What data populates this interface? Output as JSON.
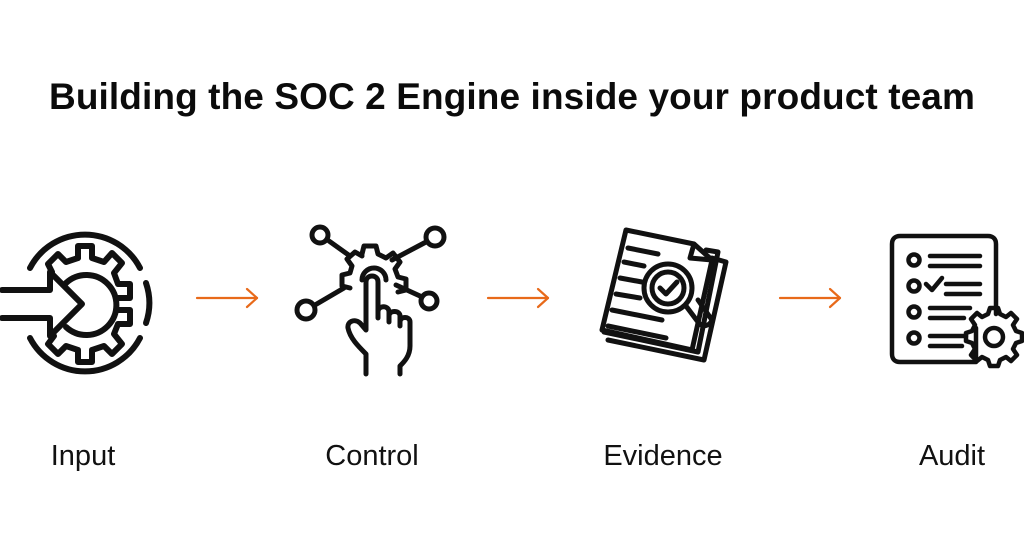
{
  "title": "Building the SOC 2 Engine inside your product team",
  "accent_color": "#e86a1a",
  "steps": [
    {
      "label": "Input",
      "icon": "gear-input-arrow-icon"
    },
    {
      "label": "Control",
      "icon": "hand-tap-gear-network-icon"
    },
    {
      "label": "Evidence",
      "icon": "documents-magnifier-check-icon"
    },
    {
      "label": "Audit",
      "icon": "checklist-gear-icon"
    }
  ]
}
